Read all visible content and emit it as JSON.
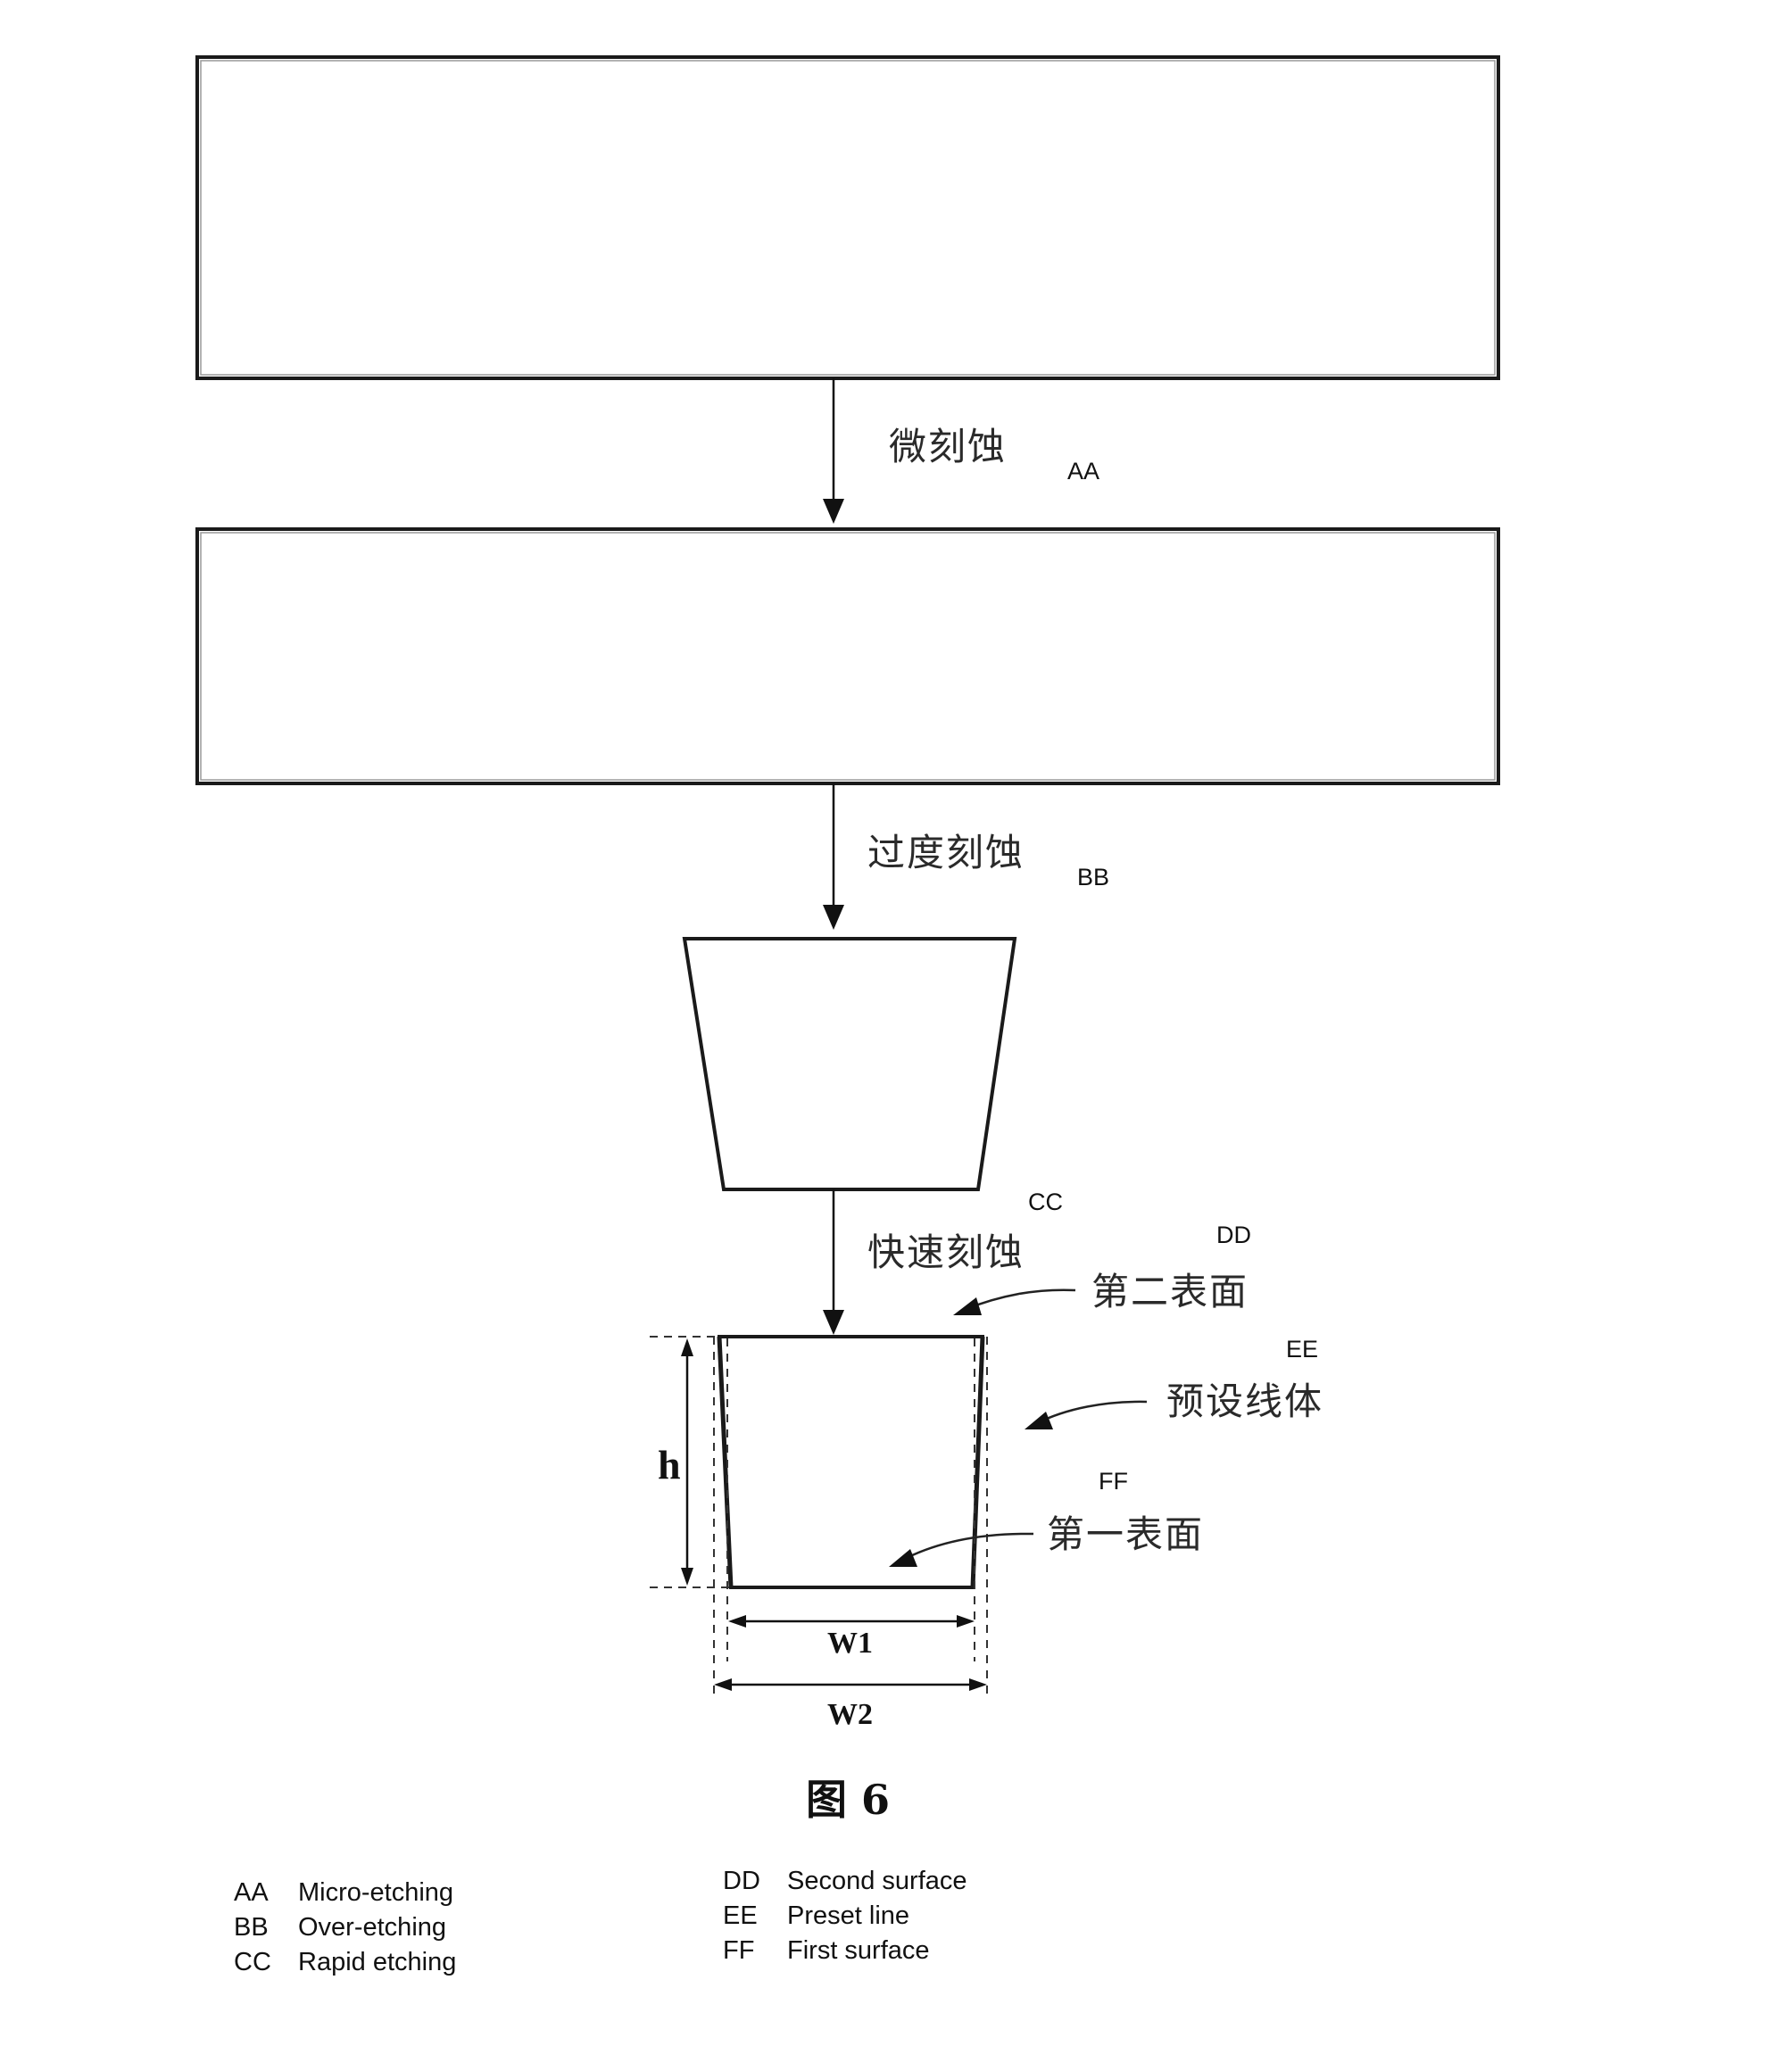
{
  "diagram": {
    "steps": [
      {
        "label": "微刻蚀",
        "code": "AA"
      },
      {
        "label": "过度刻蚀",
        "code": "BB"
      },
      {
        "label": "快速刻蚀",
        "code": "CC"
      }
    ],
    "callouts": [
      {
        "label": "第二表面",
        "code": "DD"
      },
      {
        "label": "预设线体",
        "code": "EE"
      },
      {
        "label": "第一表面",
        "code": "FF"
      }
    ],
    "dimensions": {
      "height": "h",
      "bottom_width": "W1",
      "top_width": "W2"
    },
    "figure_label": "图 6"
  },
  "legend": {
    "left": [
      {
        "key": "AA",
        "text": "Micro-etching"
      },
      {
        "key": "BB",
        "text": "Over-etching"
      },
      {
        "key": "CC",
        "text": "Rapid etching"
      }
    ],
    "right": [
      {
        "key": "DD",
        "text": "Second surface"
      },
      {
        "key": "EE",
        "text": "Preset line"
      },
      {
        "key": "FF",
        "text": "First surface"
      }
    ]
  }
}
